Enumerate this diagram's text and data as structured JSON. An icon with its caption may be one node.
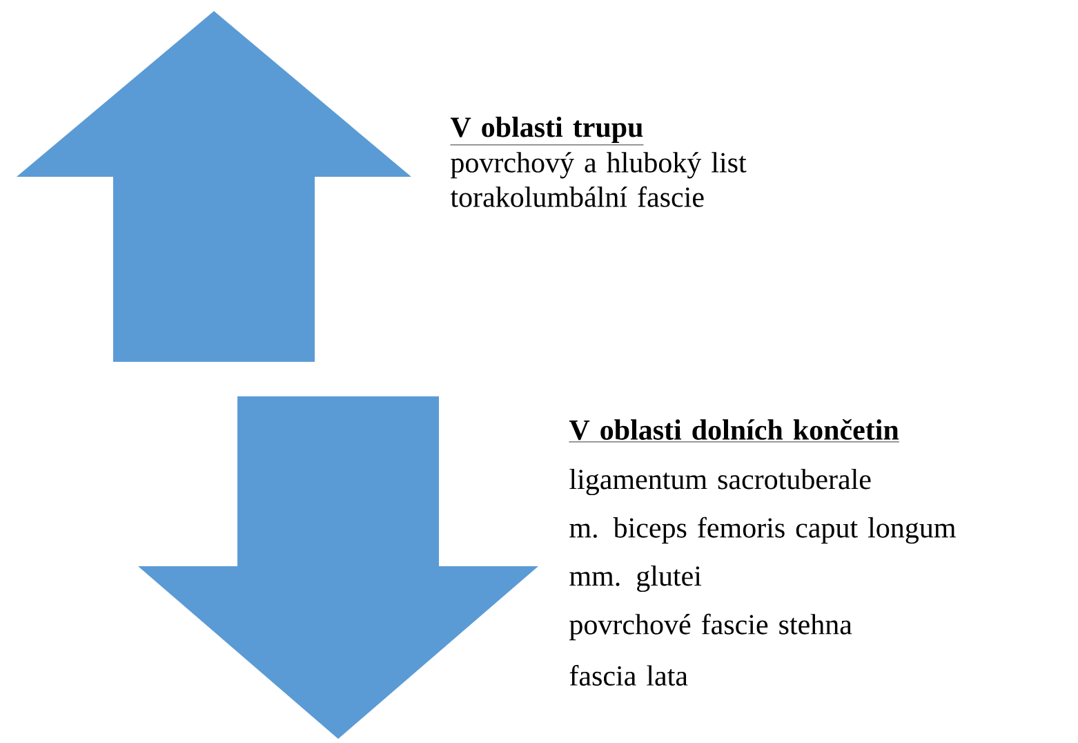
{
  "diagram": {
    "nodes": [
      {
        "text": [],
        "shape": "arrow",
        "beside": [
          "V oblasti trupu",
          "povrchový a hluboký list torakolumbální fascie"
        ]
      },
      {
        "text": [],
        "shape": "arrow",
        "beside": [
          "V oblasti dolních končetin",
          "ligamentum sacrotuberale",
          "m. biceps femoris caput longum",
          "mm. glutei",
          "povrchové fascie stehna",
          "fascia lata"
        ]
      }
    ]
  }
}
